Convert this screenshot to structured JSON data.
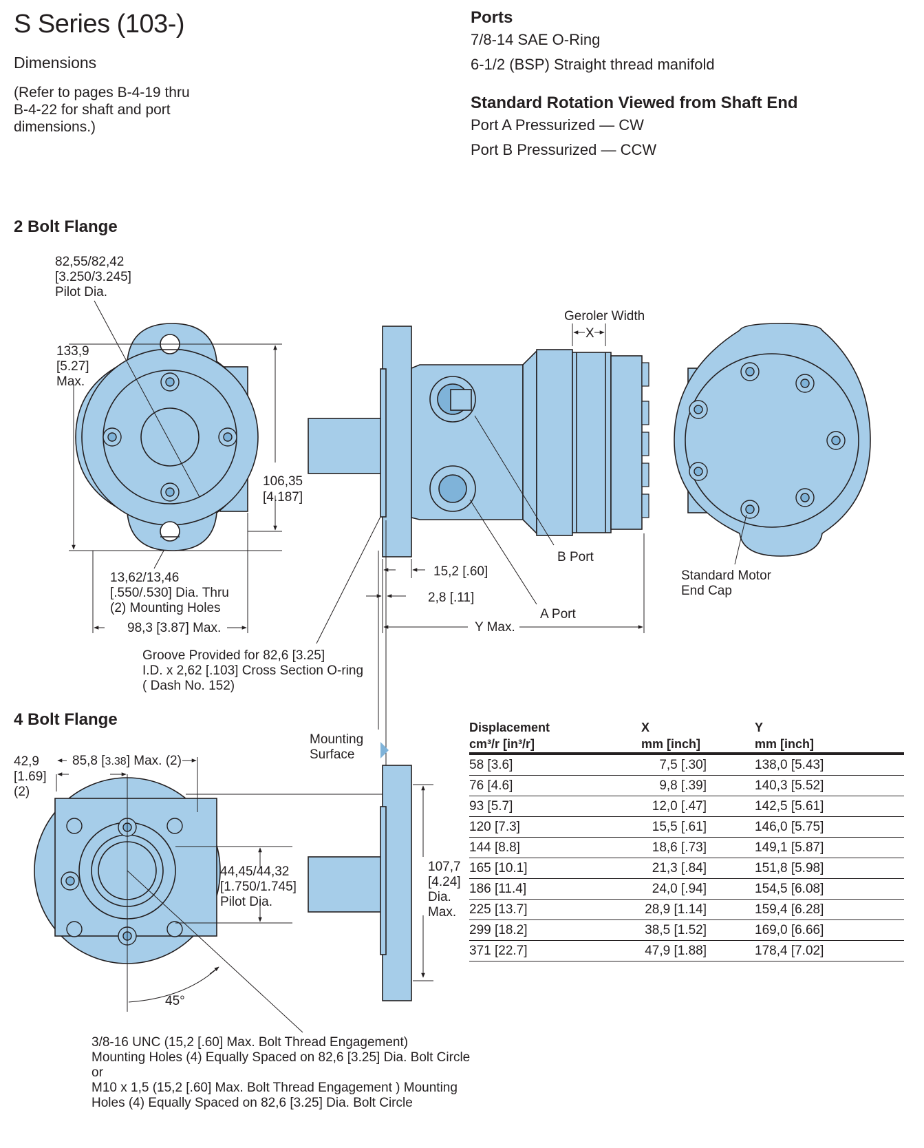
{
  "header": {
    "title": "S Series (103-)",
    "subtitle": "Dimensions",
    "note_lines": [
      "(Refer to pages B-4-19 thru",
      "B-4-22 for shaft and port",
      "dimensions.)"
    ]
  },
  "ports": {
    "heading": "Ports",
    "lines": [
      "7/8-14 SAE O-Ring",
      "6-1/2 (BSP) Straight thread manifold"
    ]
  },
  "rotation": {
    "heading": "Standard Rotation Viewed from Shaft End",
    "lines": [
      "Port A Pressurized — CW",
      "Port B Pressurized — CCW"
    ]
  },
  "two_bolt": {
    "heading": "2 Bolt Flange",
    "pilot_dia": [
      "82,55/82,42",
      "[3.250/3.245]",
      "Pilot Dia."
    ],
    "height_max": [
      "133,9",
      "[5.27]",
      "Max."
    ],
    "bolt_spacing": [
      "106,35",
      "[4.187]"
    ],
    "mount_holes": [
      "13,62/13,46",
      "[.550/.530] Dia. Thru",
      "(2) Mounting Holes"
    ],
    "width_max": "98,3 [3.87] Max.",
    "groove": [
      "Groove Provided for 82,6 [3.25]",
      "I.D. x 2,62 [.103] Cross Section O-ring",
      "( Dash No. 152)"
    ]
  },
  "side_view": {
    "geroler_width": "Geroler Width",
    "x_label": "X",
    "flange_thk": "15,2 [.60]",
    "pilot_len": "2,8 [.11]",
    "y_max": "Y Max.",
    "b_port": "B Port",
    "a_port": "A Port",
    "end_cap": [
      "Standard Motor",
      "End Cap"
    ],
    "mounting_surface": [
      "Mounting",
      "Surface"
    ]
  },
  "four_bolt": {
    "heading": "4 Bolt Flange",
    "offset": [
      "42,9",
      "[1.69]",
      "(2)"
    ],
    "width": [
      "85,8 [",
      "3.38",
      "] Max. (2)"
    ],
    "pilot_dia": [
      "44,45/44,32",
      "[1.750/1.745]",
      "Pilot Dia."
    ],
    "flange_dia": [
      "107,7",
      "[4.24]",
      "Dia.",
      "Max."
    ],
    "angle": "45°",
    "notes": [
      "3/8-16 UNC (15,2 [.60] Max. Bolt Thread Engagement)",
      "Mounting Holes (4) Equally Spaced on 82,6 [3.25] Dia. Bolt Circle",
      "or",
      "M10 x 1,5 (15,2 [.60] Max. Bolt Thread Engagement ) Mounting",
      "Holes (4) Equally Spaced on 82,6 [3.25] Dia. Bolt Circle"
    ]
  },
  "table": {
    "headers": [
      [
        "Displacement",
        "cm³/r [in³/r]"
      ],
      [
        "X",
        "mm [inch]"
      ],
      [
        "Y",
        "mm [inch]"
      ]
    ],
    "rows": [
      [
        "58 [3.6]",
        "7,5 [.30]",
        "138,0 [5.43]"
      ],
      [
        "76 [4.6]",
        "9,8 [.39]",
        "140,3 [5.52]"
      ],
      [
        "93 [5.7]",
        "12,0 [.47]",
        "142,5 [5.61]"
      ],
      [
        "120 [7.3]",
        "15,5 [.61]",
        "146,0 [5.75]"
      ],
      [
        "144 [8.8]",
        "18,6 [.73]",
        "149,1 [5.87]"
      ],
      [
        "165 [10.1]",
        "21,3 [.84]",
        "151,8 [5.98]"
      ],
      [
        "186 [11.4]",
        "24,0 [.94]",
        "154,5 [6.08]"
      ],
      [
        "225 [13.7]",
        "28,9 [1.14]",
        "159,4 [6.28]"
      ],
      [
        "299 [18.2]",
        "38,5 [1.52]",
        "169,0 [6.66]"
      ],
      [
        "371 [22.7]",
        "47,9 [1.88]",
        "178,4 [7.02]"
      ]
    ]
  },
  "colors": {
    "part_fill": "#a6cde9",
    "part_dark": "#7fb3d9",
    "line": "#231f20"
  }
}
